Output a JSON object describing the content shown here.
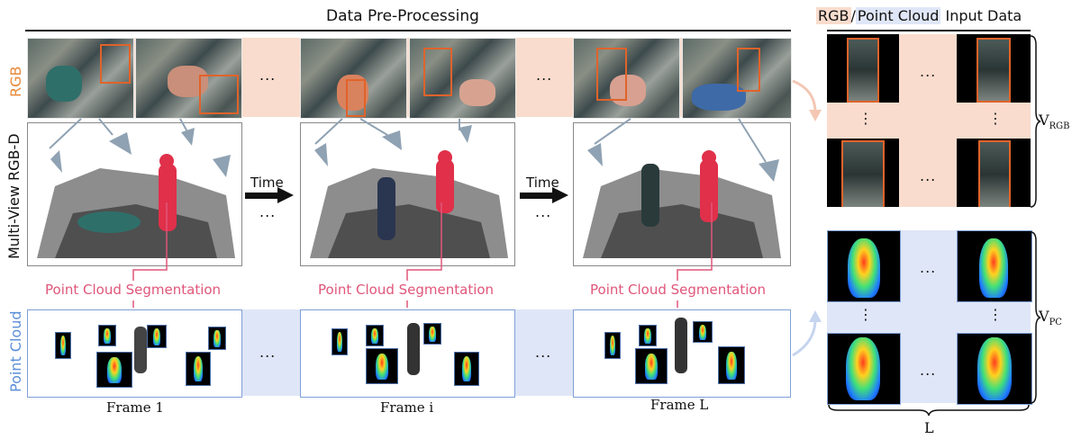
{
  "header": {
    "title": "Data Pre-Processing"
  },
  "row_labels": {
    "rgb": "RGB",
    "rgbd": "Multi-View RGB-D",
    "point_cloud": "Point Cloud"
  },
  "time": {
    "label_1": "Time",
    "label_2": "Time",
    "ellipsis": "..."
  },
  "segmentation": {
    "label_1": "Point Cloud Segmentation",
    "label_2": "Point Cloud Segmentation",
    "label_3": "Point Cloud Segmentation"
  },
  "frames": {
    "frame_1": "Frame 1",
    "frame_i": "Frame i",
    "frame_L": "Frame L"
  },
  "ellipsis": "...",
  "vdots": "⋮",
  "input_panel": {
    "title_rgb": "RGB",
    "title_sep": "/",
    "title_pc": "Point Cloud",
    "title_rest": " Input Data",
    "v_rgb_main": "V",
    "v_rgb_sub": "RGB",
    "v_pc_main": "V",
    "v_pc_sub": "PC",
    "L": "L"
  },
  "colors": {
    "rgb_band": "#f9dccd",
    "pc_band": "#dfe6f7",
    "segmentation_red": "#e0567a",
    "rgb_label": "#e8893b",
    "pc_label": "#5b8fd8",
    "bbox_orange": "#e0632a"
  }
}
